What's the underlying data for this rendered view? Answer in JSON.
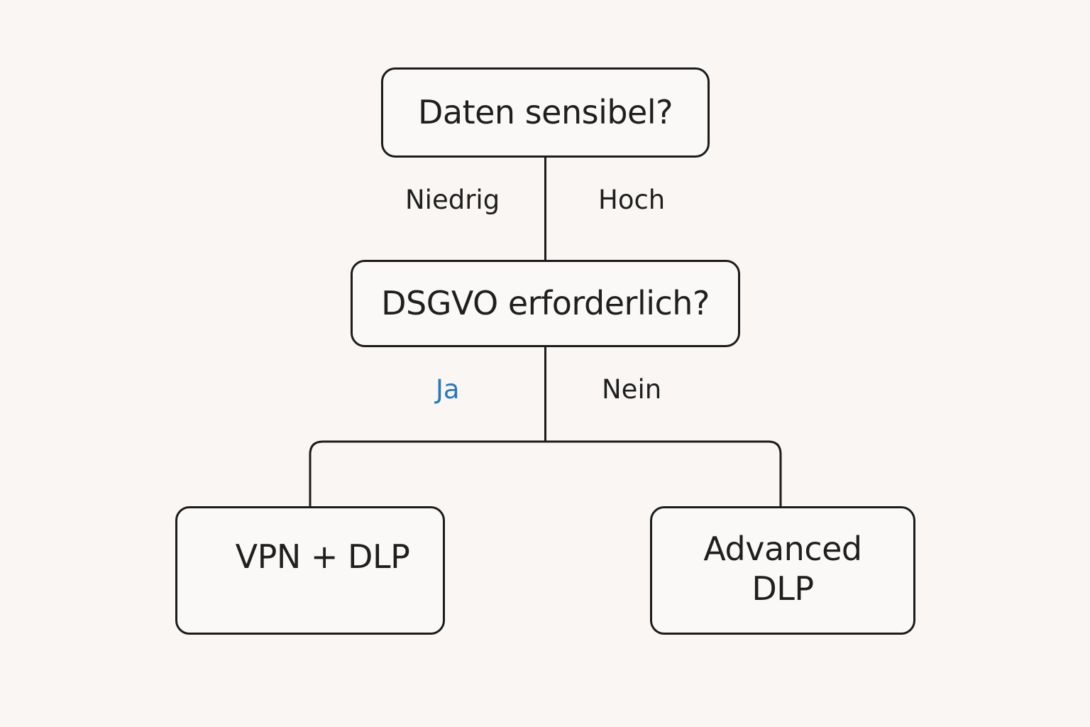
{
  "diagram": {
    "nodes": {
      "top": "Daten sensibel?",
      "middle": "DSGVO erforderlich?",
      "left": "VPN + DLP",
      "right": "Advanced\nDLP"
    },
    "edge_labels": {
      "niedrig": "Niedrig",
      "hoch": "Hoch",
      "ja": "Ja",
      "nein": "Nein"
    },
    "colors": {
      "background": "#f9f6f3",
      "stroke": "#1c1c1c",
      "text": "#1f1f1f",
      "highlight_label": "#2b78b8"
    }
  }
}
